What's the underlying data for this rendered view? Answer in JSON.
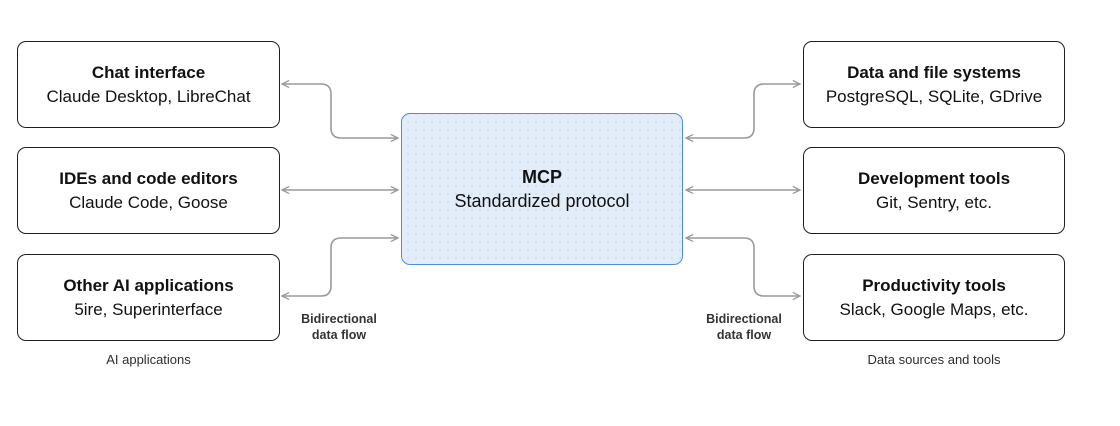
{
  "colors": {
    "accent_fill": "#e2edf9",
    "accent_border": "#4a90d9",
    "connector": "#9a9a9a",
    "box_border": "#1f1f1f",
    "text": "#111111",
    "caption_text": "#2e2e2e"
  },
  "center_box": {
    "title": "MCP",
    "subtitle": "Standardized protocol"
  },
  "left_column": {
    "caption": "AI applications",
    "boxes": [
      {
        "title": "Chat interface",
        "subtitle": "Claude Desktop, LibreChat"
      },
      {
        "title": "IDEs and code editors",
        "subtitle": "Claude Code, Goose"
      },
      {
        "title": "Other AI applications",
        "subtitle": "5ire, Superinterface"
      }
    ]
  },
  "right_column": {
    "caption": "Data sources and tools",
    "boxes": [
      {
        "title": "Data and file systems",
        "subtitle": "PostgreSQL, SQLite, GDrive"
      },
      {
        "title": "Development tools",
        "subtitle": "Git, Sentry, etc."
      },
      {
        "title": "Productivity tools",
        "subtitle": "Slack, Google Maps, etc."
      }
    ]
  },
  "flow_labels": {
    "left": "Bidirectional data flow",
    "right": "Bidirectional data flow"
  }
}
